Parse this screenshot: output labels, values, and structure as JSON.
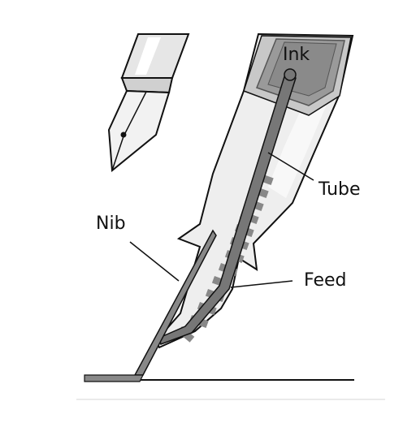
{
  "labels": {
    "ink": "Ink",
    "tube": "Tube",
    "nib": "Nib",
    "feed": "Feed"
  },
  "colors": {
    "outline": "#111111",
    "light_gray": "#eeeeee",
    "mid_gray": "#c8c8c8",
    "dark_gray": "#777777",
    "ink_gray": "#8a8a8a"
  }
}
